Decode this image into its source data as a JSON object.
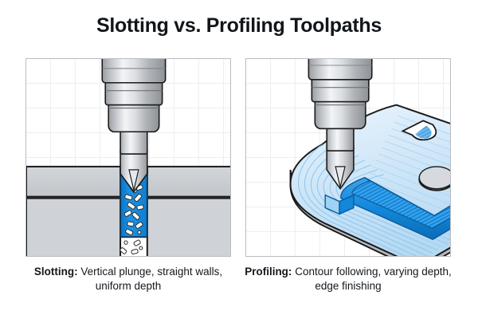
{
  "title": "Slotting vs. Profiling Toolpaths",
  "colors": {
    "background": "#ffffff",
    "text": "#14181c",
    "panel_border": "#b9bcc0",
    "grid_line": "#eceef0",
    "toolpath_blue": "#1287dc",
    "blue_light": "#bcdcf4",
    "blue_mid": "#6fb8e8",
    "metal_gray": "#c9ccd0",
    "metal_gray_dark": "#a8abaf",
    "outline": "#1a1a1a",
    "chip_fill": "#ffffff"
  },
  "panels": [
    {
      "id": "slotting",
      "name": "slotting-illustration",
      "alt": "CNC end mill plunging vertically into a gray workpiece, cutting a straight blue slot filled with chips",
      "elements": {
        "spindle": "stepped tool holder with conical cutter tip",
        "workpiece": "gray stock in two horizontal layers",
        "cut": "vertical blue slot with uniform depth",
        "chips": "white chip particles inside and falling below the slot"
      },
      "caption": {
        "label": "Slotting:",
        "text": " Vertical plunge, straight walls, uniform depth"
      }
    },
    {
      "id": "profiling",
      "name": "profiling-illustration",
      "alt": "CNC end mill following the contour of a 3D part with rounded corners, cutting a stepped blue edge",
      "elements": {
        "spindle": "stepped tool holder with conical cutter tip",
        "workpiece": "isometric plate with rounded corners, a notch and a circular hole",
        "cut": "concentric contour toolpath lines with raised blue rim wall",
        "detail": "varying depth stepped edge finishing"
      },
      "caption": {
        "label": "Profiling:",
        "text": " Contour following, varying depth, edge finishing"
      }
    }
  ]
}
